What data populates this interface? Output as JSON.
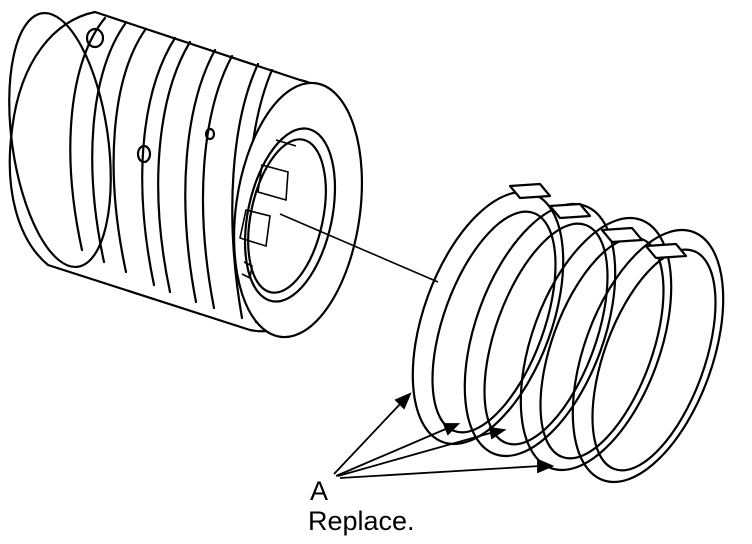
{
  "callout": {
    "letter": "A",
    "text": "Replace."
  },
  "parts": {
    "piston_icon": "piston-body-icon",
    "ring_icon": "piston-ring-icon",
    "ring_count": 4
  },
  "colors": {
    "ink": "#000000",
    "background": "#ffffff"
  }
}
